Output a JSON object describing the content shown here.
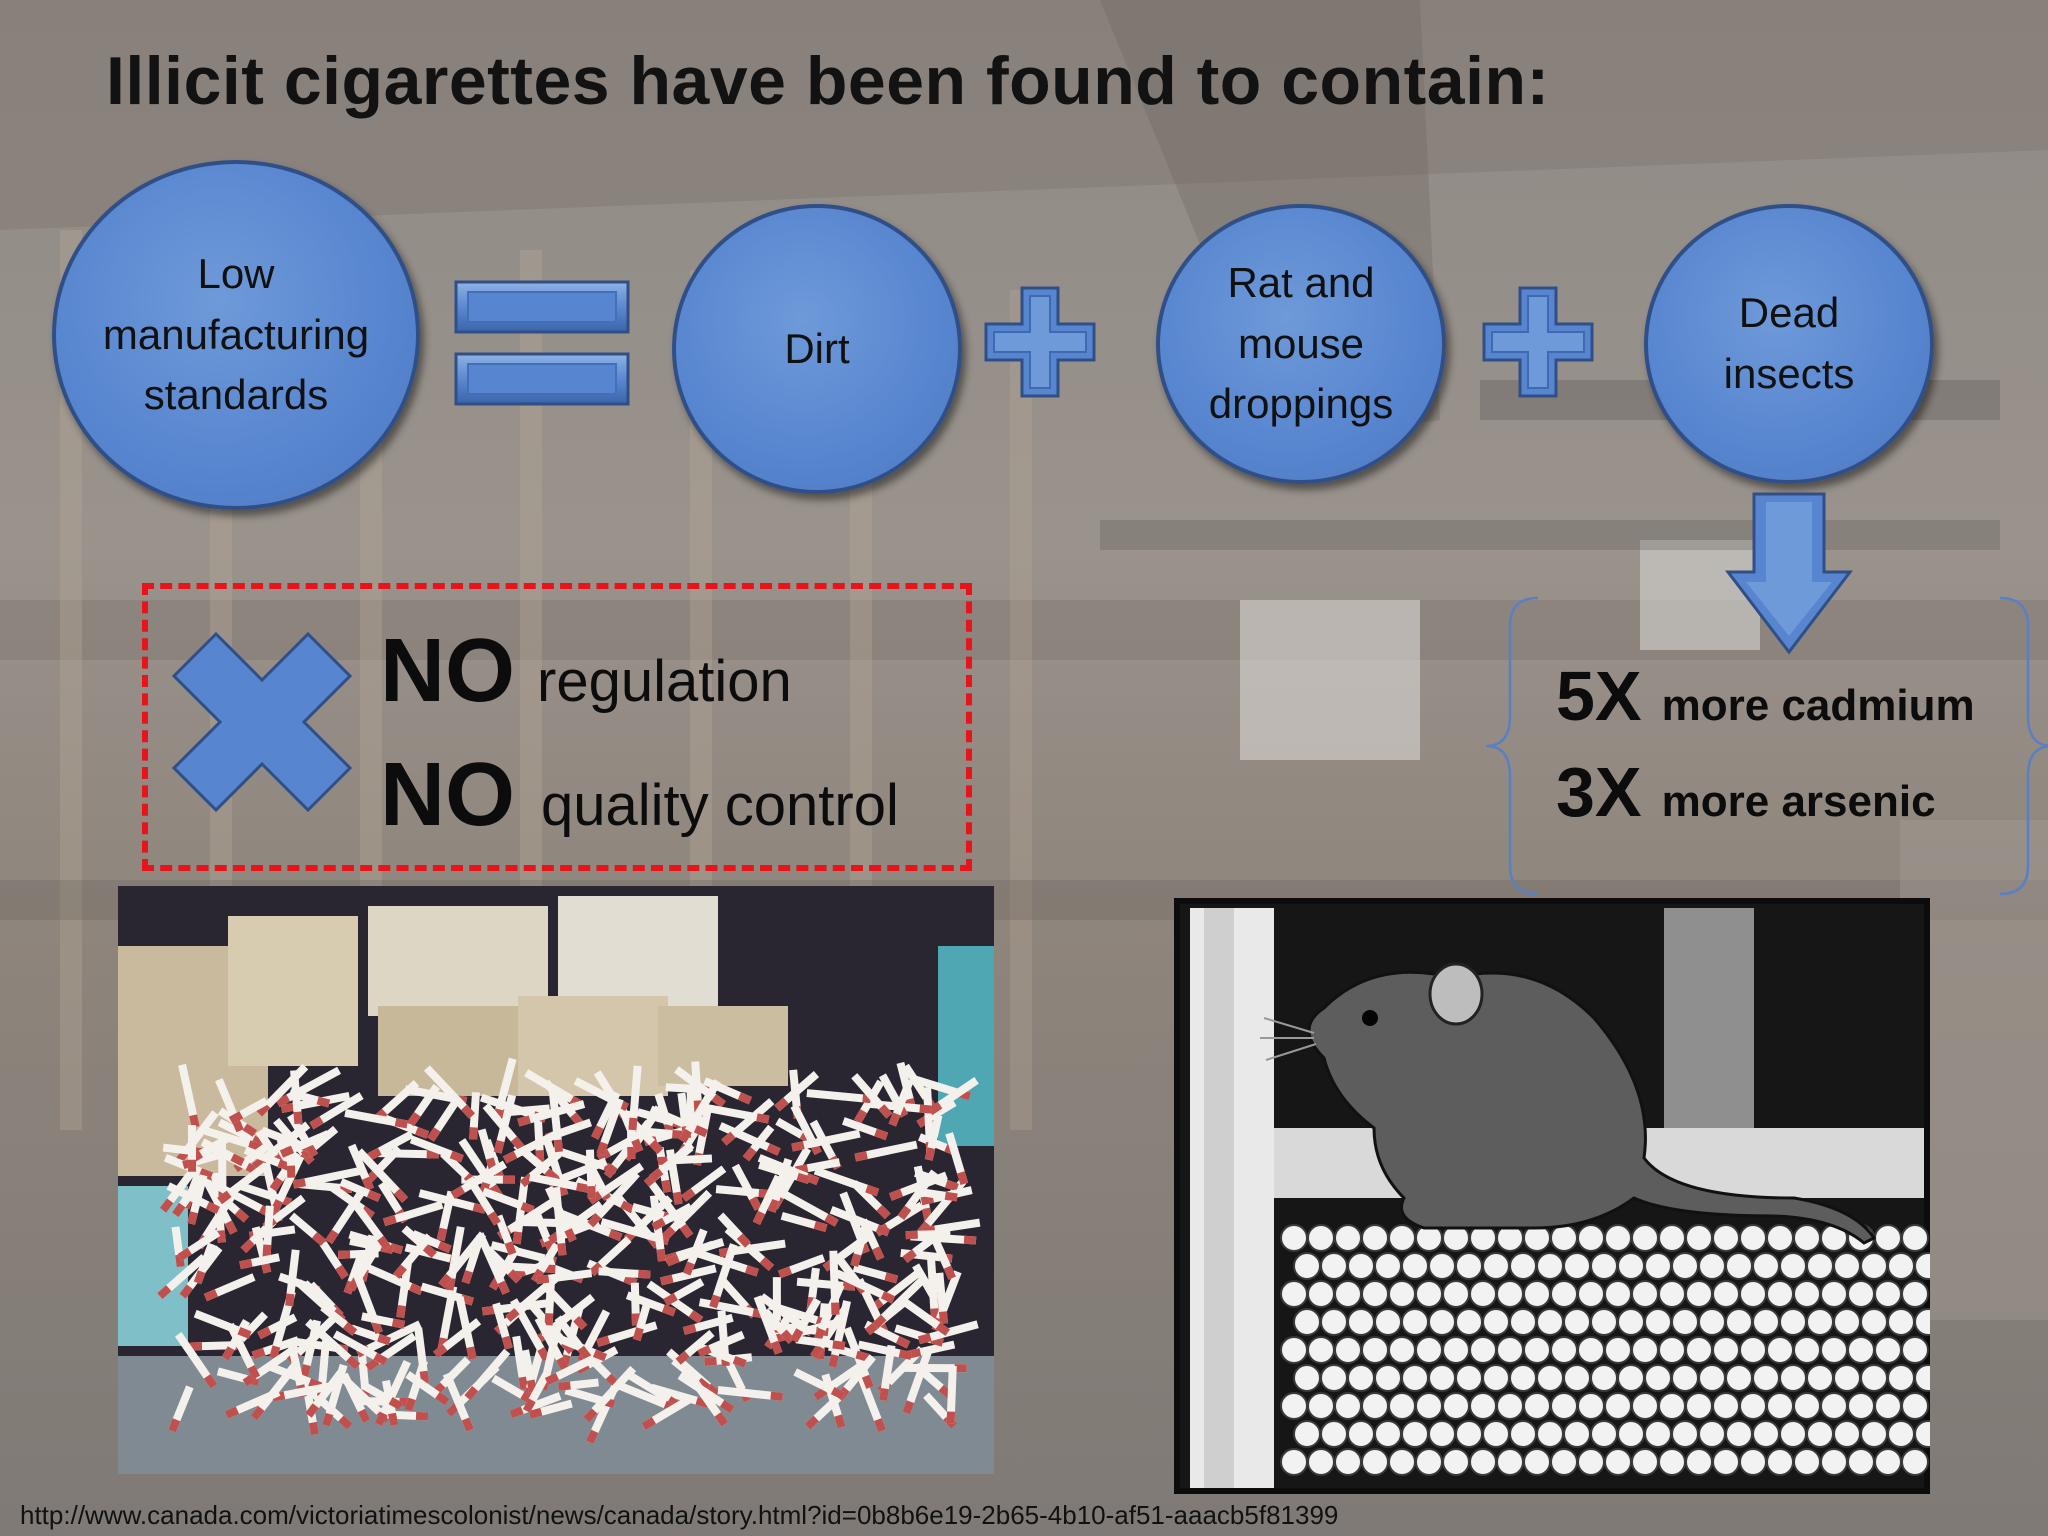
{
  "title": "Illicit cigarettes have been found to contain:",
  "equation": {
    "cause": "Low manufacturing standards",
    "items": [
      "Dirt",
      "Rat and mouse droppings",
      "Dead insects"
    ]
  },
  "no_box": {
    "line1_bold": "NO",
    "line1_text": "regulation",
    "line2_bold": "NO",
    "line2_text": "quality control"
  },
  "stats": [
    {
      "multiplier": "5X",
      "text": "more cadmium"
    },
    {
      "multiplier": "3X",
      "text": "more arsenic"
    }
  ],
  "source_url": "http://www.canada.com/victoriatimescolonist/news/canada/story.html?id=0b8b6e19-2b65-4b10-af51-aaacb5f81399",
  "colors": {
    "circle_fill": "#5785cf",
    "circle_border": "#2f4f86",
    "dashed_border": "#e8141b",
    "brace": "#5a7fc2",
    "cigarette_tip": "#c0504d"
  },
  "icons": [
    "equals-icon",
    "plus-icon",
    "plus-icon",
    "down-arrow-icon",
    "x-cross-icon",
    "curly-brace-icon"
  ]
}
